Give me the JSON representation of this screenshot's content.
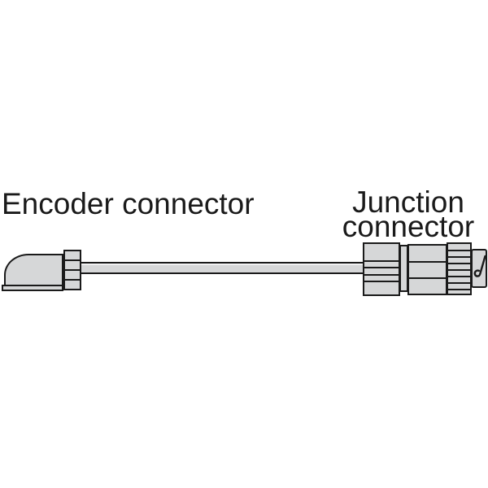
{
  "labels": {
    "encoder": "Encoder connector",
    "junction_line1": "Junction",
    "junction_line2": "connector"
  },
  "diagram": {
    "type": "cable-assembly",
    "parts": [
      "encoder-connector-elbow-body",
      "encoder-connector-base-plate",
      "encoder-connector-coupling-nut",
      "cable",
      "junction-connector-cable-clamp",
      "junction-connector-separator-ring",
      "junction-connector-main-body",
      "junction-connector-knurled-ring",
      "junction-connector-end-cap"
    ],
    "icons": [
      "wire-clip-icon"
    ]
  },
  "colors": {
    "fill": "#d6d7d8",
    "outline": "#1a1a1a",
    "text": "#1a1a1a",
    "bg": "#ffffff"
  }
}
